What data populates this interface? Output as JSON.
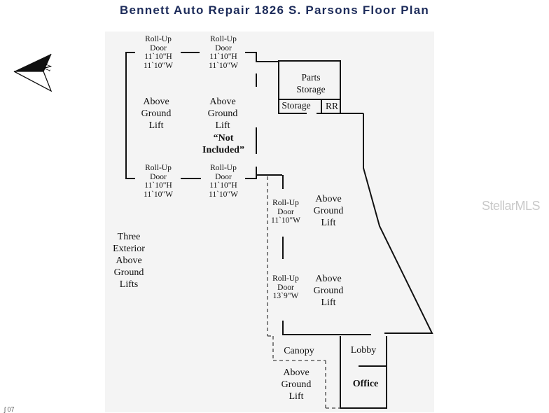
{
  "title": "Bennett Auto Repair 1826 S. Parsons Floor Plan",
  "compass": {
    "label": "N"
  },
  "rooms": {
    "door_top_left": "Roll-Up\nDoor\n11`10\"H\n11`10\"W",
    "door_top_right": "Roll-Up\nDoor\n11`10\"H\n11`10\"W",
    "lift_left": "Above\nGround\nLift",
    "lift_center": "Above\nGround\nLift",
    "not_included": "“Not\nIncluded”",
    "door_bottom_left": "Roll-Up\nDoor\n11`10\"H\n11`10\"W",
    "door_bottom_right": "Roll-Up\nDoor\n11`10\"H\n11`10\"W",
    "parts_storage": "Parts\nStorage",
    "storage": "Storage",
    "rr": "RR",
    "door_side_1": "Roll-Up\nDoor\n11`10\"W",
    "lift_right_1": "Above\nGround\nLift",
    "door_side_2": "Roll-Up\nDoor\n13`9\"W",
    "lift_right_2": "Above\nGround\nLift",
    "exterior_lifts": "Three\nExterior\nAbove\nGround\nLifts",
    "canopy": "Canopy",
    "lift_canopy": "Above\nGround\nLift",
    "lobby": "Lobby",
    "office": "Office"
  },
  "watermark": "StellarMLS",
  "corner_text": "ʃ 07"
}
